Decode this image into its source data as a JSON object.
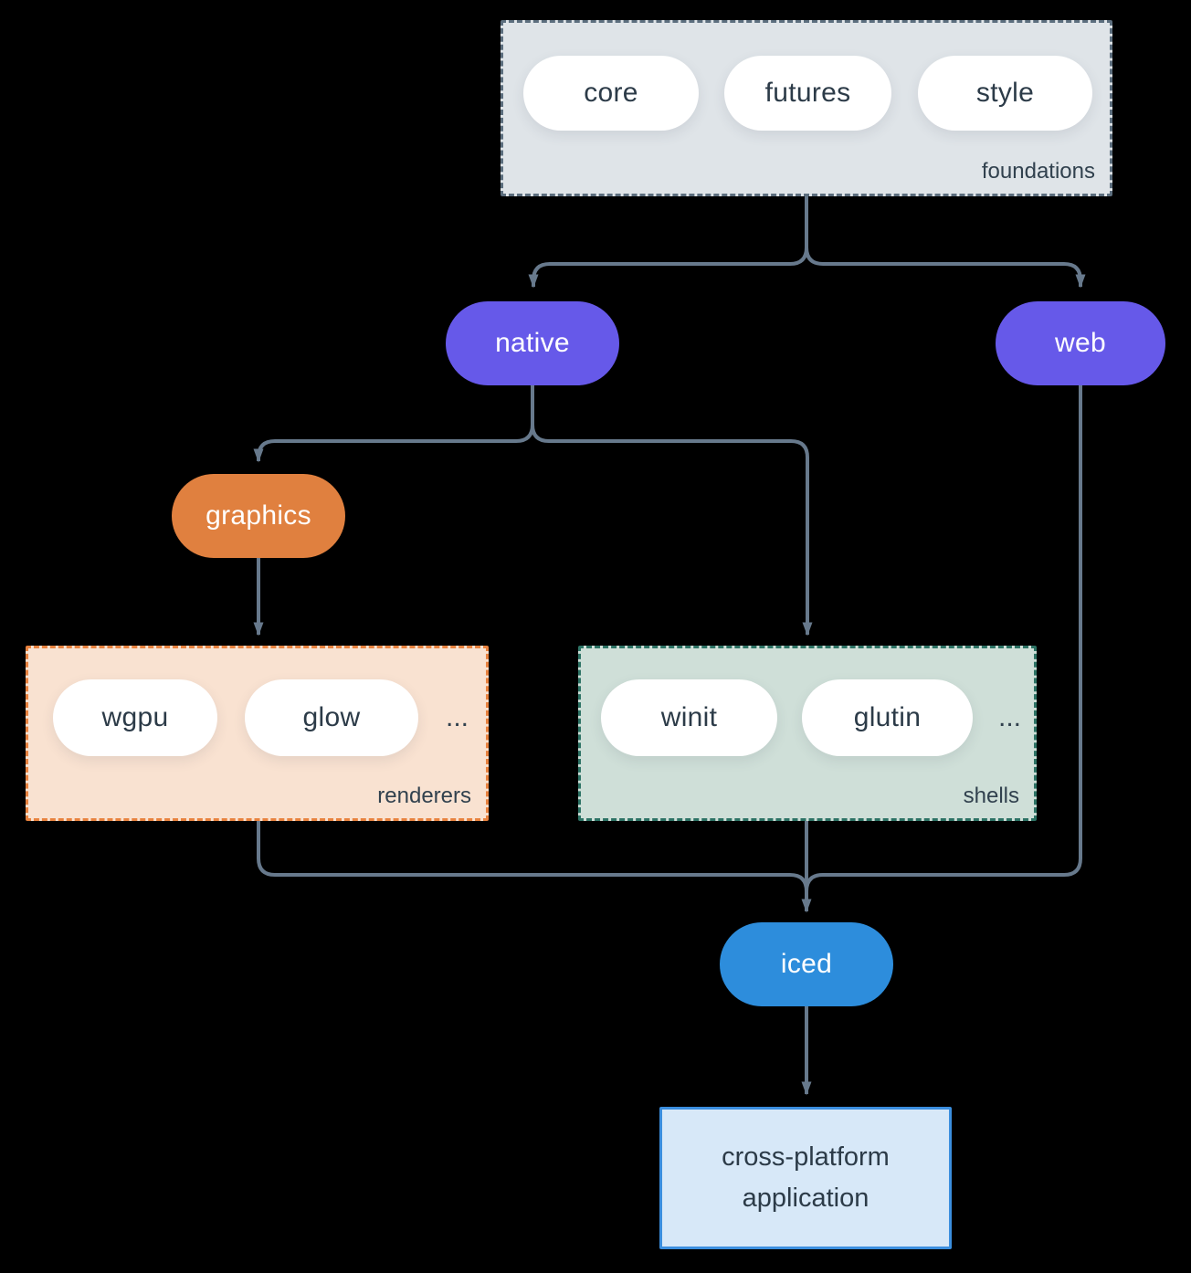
{
  "colors": {
    "background": "#000000",
    "line": "#67798c",
    "node_text": "#ffffff",
    "pill_text": "#2c3b48",
    "label_text": "#31414e",
    "pill_fill": "#ffffff",
    "foundations_fill": "#dfe4e8",
    "foundations_border": "#5c6e7e",
    "renderers_fill": "#f9e2d1",
    "renderers_border": "#e8823f",
    "shells_fill": "#cfdfd8",
    "shells_border": "#2d7365",
    "native_fill": "#6659e9",
    "web_fill": "#6659e9",
    "graphics_fill": "#e0803f",
    "iced_fill": "#2d8ddc",
    "app_fill": "#d7e8f8",
    "app_border": "#3b8ede"
  },
  "groups": {
    "foundations": {
      "label": "foundations",
      "items": [
        "core",
        "futures",
        "style"
      ]
    },
    "renderers": {
      "label": "renderers",
      "items": [
        "wgpu",
        "glow"
      ],
      "more": "..."
    },
    "shells": {
      "label": "shells",
      "items": [
        "winit",
        "glutin"
      ],
      "more": "..."
    }
  },
  "nodes": {
    "native": {
      "label": "native"
    },
    "web": {
      "label": "web"
    },
    "graphics": {
      "label": "graphics"
    },
    "iced": {
      "label": "iced"
    }
  },
  "app_box": {
    "line1": "cross-platform",
    "line2": "application"
  }
}
